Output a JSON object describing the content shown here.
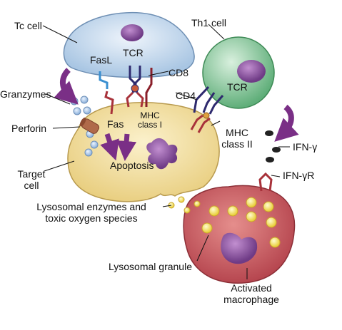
{
  "labels": {
    "tc_cell": "Tc cell",
    "th1_cell": "Th1 cell",
    "fasl": "FasL",
    "tcr_tc": "TCR",
    "tcr_th1": "TCR",
    "cd8": "CD8",
    "cd4": "CD4",
    "granzymes": "Granzymes",
    "perforin": "Perforin",
    "fas": "Fas",
    "mhc_class_i_1": "MHC",
    "mhc_class_i_2": "class I",
    "mhc_class_ii_1": "MHC",
    "mhc_class_ii_2": "class II",
    "apoptosis": "Apoptosis",
    "target_cell_1": "Target",
    "target_cell_2": "cell",
    "ifn_gamma": "IFN-γ",
    "ifn_gamma_r": "IFN-γR",
    "lysosomal_enzymes_1": "Lysosomal enzymes and",
    "lysosomal_enzymes_2": "toxic oxygen species",
    "lysosomal_granule": "Lysosomal granule",
    "activated_macrophage_1": "Activated",
    "activated_macrophage_2": "macrophage"
  },
  "colors": {
    "tc_cell_fill": "#c9dcef",
    "th1_cell_fill": "#7fc796",
    "target_cell_fill": "#f2dfa0",
    "macrophage_fill": "#c8525a",
    "nucleus": "#8a5a9e",
    "arrow_purple": "#7a2f86",
    "receptor_red": "#a8323a",
    "receptor_navy": "#2e2a6e",
    "fasl_blue": "#3a8fd0",
    "granule_yellow": "#f4e45a"
  }
}
